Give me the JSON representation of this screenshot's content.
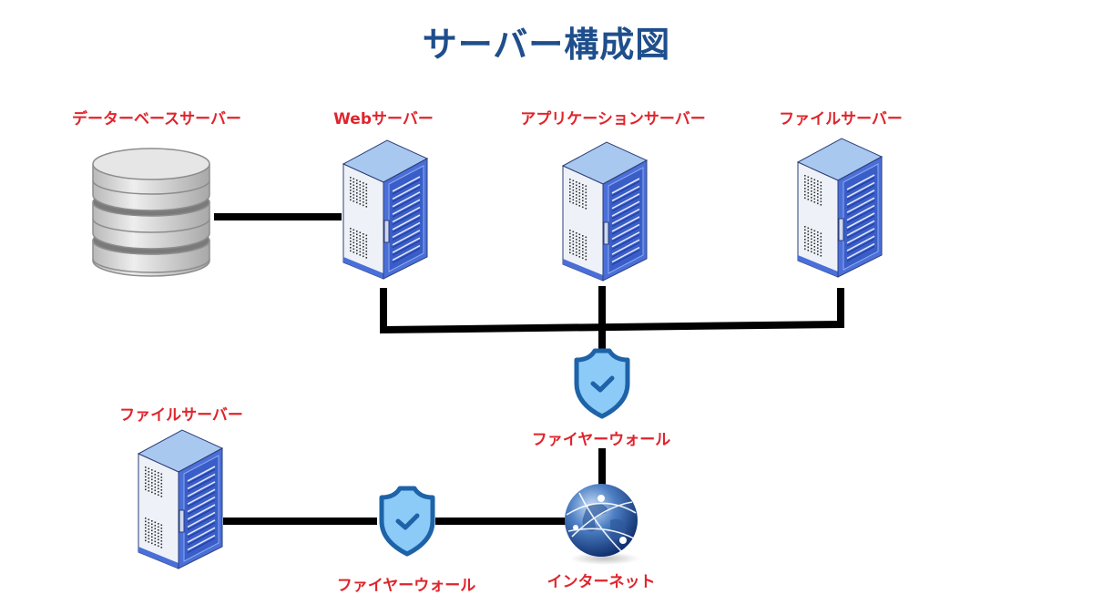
{
  "title": "サーバー構成図",
  "colors": {
    "title": "#1f4e8c",
    "label": "#e0242c",
    "wire": "#000000",
    "server_front": "#4a6fd8",
    "server_top": "#a9c8f0",
    "shield_fill": "#8ccaf8",
    "shield_stroke": "#1e63a8"
  },
  "nodes": {
    "database_server": {
      "label": "データーベースサーバー",
      "icon": "database-icon"
    },
    "web_server": {
      "label": "Webサーバー",
      "icon": "server-rack-icon"
    },
    "app_server": {
      "label": "アプリケーションサーバー",
      "icon": "server-rack-icon"
    },
    "file_server_top": {
      "label": "ファイルサーバー",
      "icon": "server-rack-icon"
    },
    "firewall_top": {
      "label": "ファイヤーウォール",
      "icon": "shield-check-icon"
    },
    "internet": {
      "label": "インターネット",
      "icon": "globe-icon"
    },
    "firewall_bottom": {
      "label": "ファイヤーウォール",
      "icon": "shield-check-icon"
    },
    "file_server_bottom": {
      "label": "ファイルサーバー",
      "icon": "server-rack-icon"
    }
  },
  "connections": [
    [
      "database_server",
      "web_server"
    ],
    [
      "web_server",
      "firewall_top"
    ],
    [
      "app_server",
      "firewall_top"
    ],
    [
      "file_server_top",
      "firewall_top"
    ],
    [
      "firewall_top",
      "internet"
    ],
    [
      "internet",
      "firewall_bottom"
    ],
    [
      "firewall_bottom",
      "file_server_bottom"
    ]
  ]
}
